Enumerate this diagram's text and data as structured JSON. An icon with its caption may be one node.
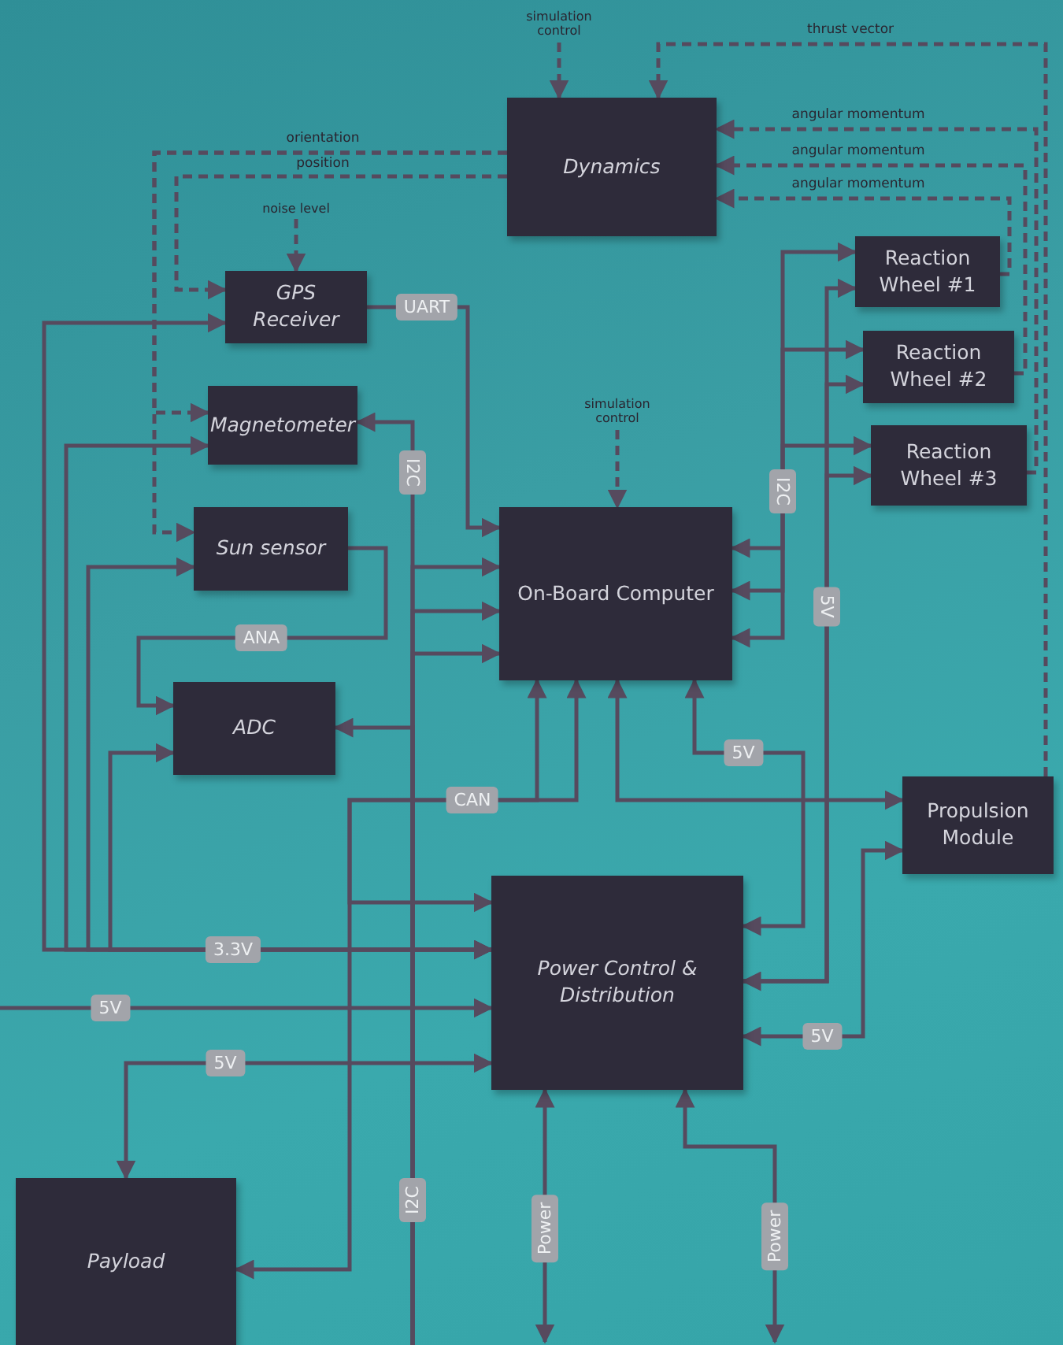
{
  "diagram": {
    "nodes": [
      {
        "text": [
          "Dynamics"
        ]
      },
      {
        "text": [
          "GPS Receiver"
        ]
      },
      {
        "text": [
          "Magnetometer"
        ]
      },
      {
        "text": [
          "Sun sensor"
        ]
      },
      {
        "text": [
          "ADC"
        ]
      },
      {
        "text": [
          "On-Board Computer"
        ]
      },
      {
        "text": [
          "Reaction Wheel #1"
        ]
      },
      {
        "text": [
          "Reaction Wheel #2"
        ]
      },
      {
        "text": [
          "Reaction Wheel #3"
        ]
      },
      {
        "text": [
          "Propulsion Module"
        ]
      },
      {
        "text": [
          "Power Control & Distribution"
        ]
      },
      {
        "text": [
          "Payload"
        ]
      },
      {
        "text": [
          "simulation control"
        ]
      },
      {
        "text": [
          "noise level"
        ]
      },
      {
        "text": [
          "simulation control"
        ]
      }
    ],
    "edges": [
      {
        "from": 12,
        "to": 0,
        "arrow": "to",
        "style": "dashed"
      },
      {
        "from": 9,
        "to": 0,
        "arrow": "to",
        "style": "dashed",
        "label": "thrust vector"
      },
      {
        "from": 8,
        "to": 0,
        "arrow": "to",
        "style": "dashed",
        "label": "angular momentum"
      },
      {
        "from": 7,
        "to": 0,
        "arrow": "to",
        "style": "dashed",
        "label": "angular momentum"
      },
      {
        "from": 6,
        "to": 0,
        "arrow": "to",
        "style": "dashed",
        "label": "angular momentum"
      },
      {
        "from": 0,
        "to": 2,
        "arrow": "to",
        "style": "dashed",
        "label": "orientation"
      },
      {
        "from": 0,
        "to": 3,
        "arrow": "to",
        "style": "dashed"
      },
      {
        "from": 0,
        "to": 1,
        "arrow": "to",
        "style": "dashed",
        "label": "position"
      },
      {
        "from": 13,
        "to": 1,
        "arrow": "to",
        "style": "dashed"
      },
      {
        "from": 14,
        "to": 5,
        "arrow": "to",
        "style": "dashed"
      },
      {
        "from": 1,
        "to": 5,
        "arrow": "to",
        "label": "UART"
      },
      {
        "from": null,
        "to": 2,
        "arrow": "to",
        "label": "I2C"
      },
      {
        "from": null,
        "to": 5,
        "arrow": "to"
      },
      {
        "from": null,
        "to": 5,
        "arrow": "to"
      },
      {
        "from": null,
        "to": 5,
        "arrow": "to"
      },
      {
        "from": null,
        "to": 4,
        "arrow": "to",
        "label": "I2C"
      },
      {
        "from": 5,
        "to": 6,
        "arrow": "both",
        "label": "I2C"
      },
      {
        "from": 5,
        "to": 7,
        "arrow": "both"
      },
      {
        "from": 5,
        "to": 8,
        "arrow": "both"
      },
      {
        "from": 10,
        "to": 6,
        "arrow": "both",
        "label": "5V"
      },
      {
        "from": 10,
        "to": 7,
        "arrow": "to"
      },
      {
        "from": 10,
        "to": 8,
        "arrow": "to"
      },
      {
        "from": 10,
        "to": 5,
        "arrow": "both",
        "label": "5V"
      },
      {
        "from": 10,
        "to": 9,
        "arrow": "both",
        "label": "5V"
      },
      {
        "from": 5,
        "to": 9,
        "arrow": "both"
      },
      {
        "from": 5,
        "to": 11,
        "arrow": "both",
        "label": "CAN"
      },
      {
        "from": 5,
        "to": 10,
        "arrow": "both"
      },
      {
        "from": 10,
        "to": 1,
        "arrow": "both",
        "label": "3.3V"
      },
      {
        "from": 10,
        "to": 2,
        "arrow": "both"
      },
      {
        "from": 10,
        "to": 3,
        "arrow": "both"
      },
      {
        "from": 10,
        "to": 4,
        "arrow": "both"
      },
      {
        "from": null,
        "to": 10,
        "arrow": "to",
        "label": "5V"
      },
      {
        "from": 10,
        "to": 11,
        "arrow": "both",
        "label": "5V"
      },
      {
        "from": 10,
        "to": null,
        "arrow": "both",
        "label": "Power"
      },
      {
        "from": 10,
        "to": null,
        "arrow": "both",
        "label": "Power"
      },
      {
        "from": 3,
        "to": 4,
        "arrow": "to",
        "label": "ANA"
      }
    ]
  }
}
